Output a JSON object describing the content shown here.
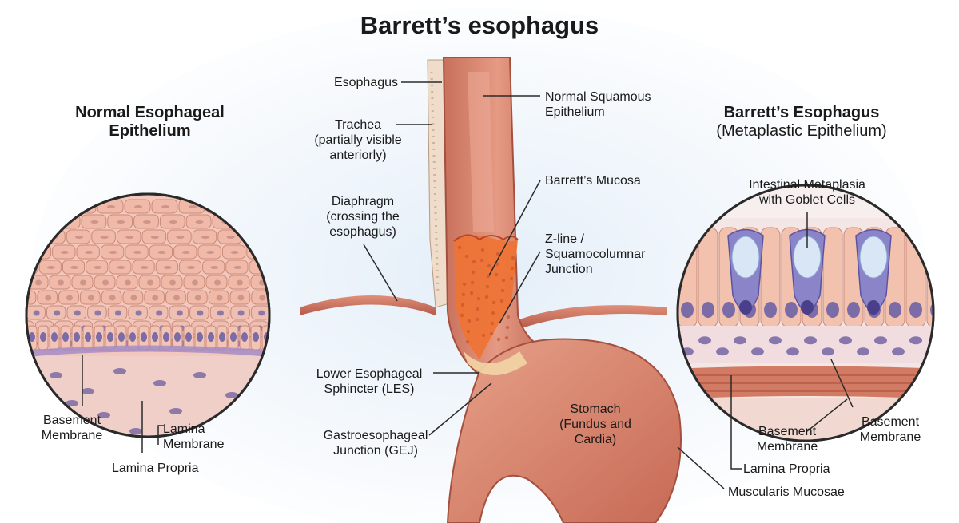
{
  "title": "Barrett’s esophagus",
  "left_panel": {
    "heading_line1": "Normal Esophageal",
    "heading_line2": "Epithelium",
    "labels": {
      "basement_1": "Basement",
      "basement_2": "Membrane",
      "lamina_m_1": "Lamina",
      "lamina_m_2": "Membrane",
      "lamina_propria": "Lamina Propria"
    }
  },
  "right_panel": {
    "heading_line1": "Barrett’s Esophagus",
    "heading_line2": "(Metaplastic Epithelium)",
    "labels": {
      "intestinal_1": "Intestinal Metaplasia",
      "intestinal_2": "with Goblet Cells",
      "basement_a1": "Basement",
      "basement_a2": "Membrane",
      "basement_b1": "Basement",
      "basement_b2": "Membrane",
      "lamina_propria": "Lamina Propria",
      "muscularis": "Muscularis Mucosae"
    }
  },
  "center": {
    "esophagus": "Esophagus",
    "trachea_1": "Trachea",
    "trachea_2": "(partially visible",
    "trachea_3": "anteriorly)",
    "diaphragm_1": "Diaphragm",
    "diaphragm_2": "(crossing the",
    "diaphragm_3": "esophagus)",
    "les_1": "Lower Esophageal",
    "les_2": "Sphincter (LES)",
    "gej_1": "Gastroesophageal",
    "gej_2": "Junction (GEJ)",
    "squamous_1": "Normal Squamous",
    "squamous_2": "Epithelium",
    "barretts_mucosa": "Barrett’s Mucosa",
    "zline_1": "Z-line /",
    "zline_2": "Squamocolumnar",
    "zline_3": "Junction",
    "stomach_1": "Stomach",
    "stomach_2": "(Fundus and",
    "stomach_3": "Cardia)"
  },
  "colors": {
    "tissue_pink": "#f4c6b8",
    "esophagus_wall": "#d9826e",
    "barrett_orange": "#f07a3a",
    "goblet_blue": "#8b84c8",
    "nucleus_purple": "#7b6ba6",
    "muscle_red": "#c9604d"
  }
}
